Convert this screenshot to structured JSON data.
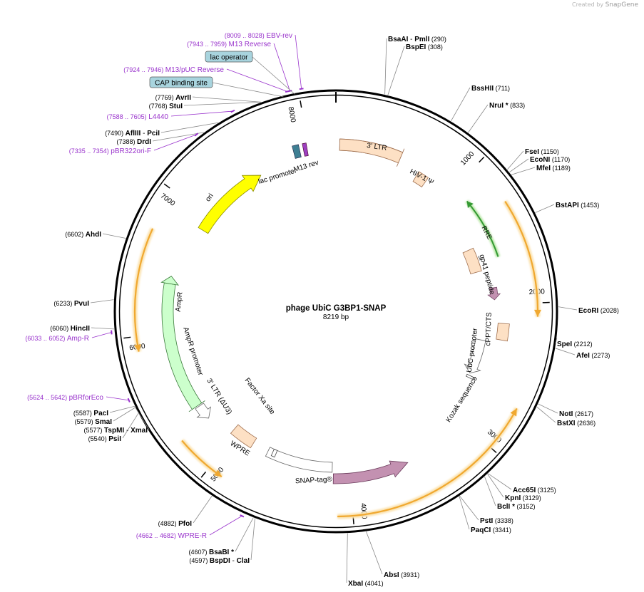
{
  "watermark": {
    "prefix": "Created by",
    "brand": "SnapGene"
  },
  "plasmid": {
    "name": "phage UbiC G3BP1-SNAP",
    "length": "8219 bp",
    "total_bp": 8219
  },
  "colors": {
    "primer": "#9933cc",
    "orf": "#f0a830",
    "ori": "#ffff00",
    "ampr": "#ccffcc",
    "ltr": "#fde0c4",
    "snap": "#c391b1",
    "green": "#339933",
    "label_box": "#a8d4de"
  },
  "ticks": [
    {
      "pos": 1000,
      "label": "1000"
    },
    {
      "pos": 2000,
      "label": "2000"
    },
    {
      "pos": 3000,
      "label": "3000"
    },
    {
      "pos": 4000,
      "label": "4000"
    },
    {
      "pos": 5000,
      "label": "5000"
    },
    {
      "pos": 6000,
      "label": "6000"
    },
    {
      "pos": 7000,
      "label": "7000"
    },
    {
      "pos": 8000,
      "label": "8000"
    }
  ],
  "sites": [
    {
      "name": "BsaAI",
      "sep": "-",
      "name2": "PmlI",
      "pos": "(290)"
    },
    {
      "name": "BspEI",
      "pos": "(308)"
    },
    {
      "name": "BssHII",
      "pos": "(711)"
    },
    {
      "name": "NruI *",
      "pos": "(833)"
    },
    {
      "name": "FseI",
      "pos": "(1150)"
    },
    {
      "name": "EcoNI",
      "pos": "(1170)"
    },
    {
      "name": "MfeI",
      "pos": "(1189)"
    },
    {
      "name": "BstAPI",
      "pos": "(1453)"
    },
    {
      "name": "EcoRI",
      "pos": "(2028)"
    },
    {
      "name": "SpeI",
      "pos": "(2212)"
    },
    {
      "name": "AfeI",
      "pos": "(2273)"
    },
    {
      "name": "NotI",
      "pos": "(2617)"
    },
    {
      "name": "BstXI",
      "pos": "(2636)"
    },
    {
      "name": "Acc65I",
      "pos": "(3125)"
    },
    {
      "name": "KpnI",
      "pos": "(3129)"
    },
    {
      "name": "BclI *",
      "pos": "(3152)"
    },
    {
      "name": "PstI",
      "pos": "(3338)"
    },
    {
      "name": "PaqCI",
      "pos": "(3341)"
    },
    {
      "name": "AbsI",
      "pos": "(3931)"
    },
    {
      "name": "XbaI",
      "pos": "(4041)"
    },
    {
      "name": "BsaBI *",
      "pos": "(4607)"
    },
    {
      "name": "BspDI",
      "sep": "-",
      "name2": "ClaI",
      "pos": "(4597)"
    },
    {
      "name": "PfoI",
      "pos": "(4882)"
    },
    {
      "name": "PsiI",
      "pos": "(5540)"
    },
    {
      "name": "TspMI",
      "sep": "-",
      "name2": "XmaI",
      "pos": "(5577)"
    },
    {
      "name": "SmaI",
      "pos": "(5579)"
    },
    {
      "name": "PacI",
      "pos": "(5587)"
    },
    {
      "name": "HincII",
      "pos": "(6060)"
    },
    {
      "name": "PvuI",
      "pos": "(6233)"
    },
    {
      "name": "AhdI",
      "pos": "(6602)"
    },
    {
      "name": "DrdI",
      "pos": "(7388)"
    },
    {
      "name": "AflIII",
      "sep": "-",
      "name2": "PciI",
      "pos": "(7490)"
    },
    {
      "name": "StuI",
      "pos": "(7768)"
    },
    {
      "name": "AvrII",
      "pos": "(7769)"
    }
  ],
  "primers": [
    {
      "name": "EBV-rev",
      "range": "(8009 .. 8028)"
    },
    {
      "name": "M13 Reverse",
      "range": "(7943 .. 7959)"
    },
    {
      "name": "M13/pUC Reverse",
      "range": "(7924 .. 7946)"
    },
    {
      "name": "L4440",
      "range": "(7588 .. 7605)"
    },
    {
      "name": "pBR322ori-F",
      "range": "(7335 .. 7354)"
    },
    {
      "name": "Amp-R",
      "range": "(6033 .. 6052)"
    },
    {
      "name": "pBRforEco",
      "range": "(5624 .. 5642)"
    },
    {
      "name": "WPRE-R",
      "range": "(4662 .. 4682)"
    }
  ],
  "boxed_labels": [
    "lac operator",
    "CAP binding site"
  ],
  "features": {
    "ltr5": "3' LTR",
    "hiv_psi": "HIV-1 Ψ",
    "rre": "RRE",
    "gp41": "gp41 peptide",
    "cppt": "cPPT/CTS",
    "ubc": "UbC promoter",
    "kozak": "Kozak sequence",
    "snap": "SNAP-tag®",
    "wpre": "WPRE",
    "factor_xa": "Factor Xa site",
    "ltr3": "3' LTR (ΔU3)",
    "ampr_promoter": "AmpR promoter",
    "ampr": "AmpR",
    "ori": "ori",
    "lac_promoter": "lac promoter",
    "m13rev": "M13 rev"
  }
}
